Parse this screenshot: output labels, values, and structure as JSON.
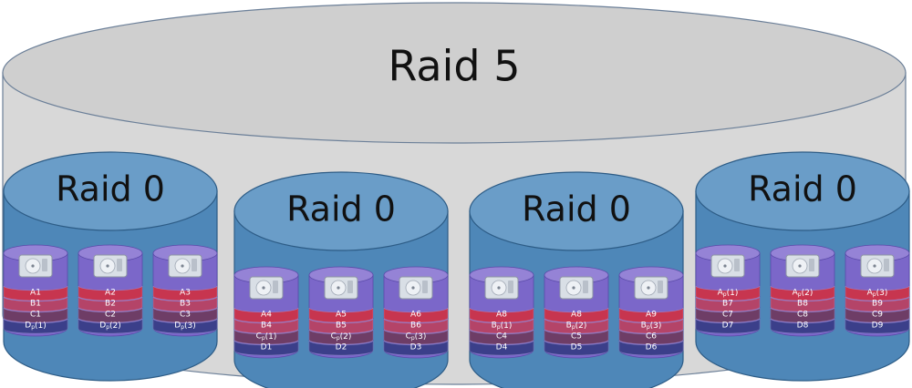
{
  "title": "Raid 5",
  "colors": {
    "outer_fill": "#d8d8d8",
    "outer_top": "#cfcfcf",
    "outer_stroke": "#6b7f98",
    "group_fill": "#4e87b8",
    "group_top": "#6a9dc8",
    "group_stroke": "#2d5c86",
    "disk_body": "#7b67c9",
    "disk_top": "#9583d6",
    "stripe_1": "#c7354f",
    "stripe_2": "#b44468",
    "stripe_3": "#6e3d66",
    "stripe_4": "#3b3f8a",
    "hdd_icon": "#d9dfe6"
  },
  "groups": [
    {
      "title": "Raid 0",
      "disks": [
        {
          "icon": "hard-drive-icon",
          "stripes": [
            [
              "A1",
              ""
            ],
            [
              "B1",
              ""
            ],
            [
              "C1",
              ""
            ],
            [
              "D",
              "p",
              "(1)"
            ]
          ]
        },
        {
          "icon": "hard-drive-icon",
          "stripes": [
            [
              "A2",
              ""
            ],
            [
              "B2",
              ""
            ],
            [
              "C2",
              ""
            ],
            [
              "D",
              "p",
              "(2)"
            ]
          ]
        },
        {
          "icon": "hard-drive-icon",
          "stripes": [
            [
              "A3",
              ""
            ],
            [
              "B3",
              ""
            ],
            [
              "C3",
              ""
            ],
            [
              "D",
              "p",
              "(3)"
            ]
          ]
        }
      ]
    },
    {
      "title": "Raid 0",
      "disks": [
        {
          "icon": "hard-drive-icon",
          "stripes": [
            [
              "A4",
              ""
            ],
            [
              "B4",
              ""
            ],
            [
              "C",
              "p",
              "(1)"
            ],
            [
              "D1",
              ""
            ]
          ]
        },
        {
          "icon": "hard-drive-icon",
          "stripes": [
            [
              "A5",
              ""
            ],
            [
              "B5",
              ""
            ],
            [
              "C",
              "p",
              "(2)"
            ],
            [
              "D2",
              ""
            ]
          ]
        },
        {
          "icon": "hard-drive-icon",
          "stripes": [
            [
              "A6",
              ""
            ],
            [
              "B6",
              ""
            ],
            [
              "C",
              "p",
              "(3)"
            ],
            [
              "D3",
              ""
            ]
          ]
        }
      ]
    },
    {
      "title": "Raid 0",
      "disks": [
        {
          "icon": "hard-drive-icon",
          "stripes": [
            [
              "A8",
              ""
            ],
            [
              "B",
              "p",
              "(1)"
            ],
            [
              "C4",
              ""
            ],
            [
              "D4",
              ""
            ]
          ]
        },
        {
          "icon": "hard-drive-icon",
          "stripes": [
            [
              "A8",
              ""
            ],
            [
              "B",
              "p",
              "(2)"
            ],
            [
              "C5",
              ""
            ],
            [
              "D5",
              ""
            ]
          ]
        },
        {
          "icon": "hard-drive-icon",
          "stripes": [
            [
              "A9",
              ""
            ],
            [
              "B",
              "p",
              "(3)"
            ],
            [
              "C6",
              ""
            ],
            [
              "D6",
              ""
            ]
          ]
        }
      ]
    },
    {
      "title": "Raid 0",
      "disks": [
        {
          "icon": "hard-drive-icon",
          "stripes": [
            [
              "A",
              "p",
              "(1)"
            ],
            [
              "B7",
              ""
            ],
            [
              "C7",
              ""
            ],
            [
              "D7",
              ""
            ]
          ]
        },
        {
          "icon": "hard-drive-icon",
          "stripes": [
            [
              "A",
              "p",
              "(2)"
            ],
            [
              "B8",
              ""
            ],
            [
              "C8",
              ""
            ],
            [
              "D8",
              ""
            ]
          ]
        },
        {
          "icon": "hard-drive-icon",
          "stripes": [
            [
              "A",
              "p",
              "(3)"
            ],
            [
              "B9",
              ""
            ],
            [
              "C9",
              ""
            ],
            [
              "D9",
              ""
            ]
          ]
        }
      ]
    }
  ]
}
